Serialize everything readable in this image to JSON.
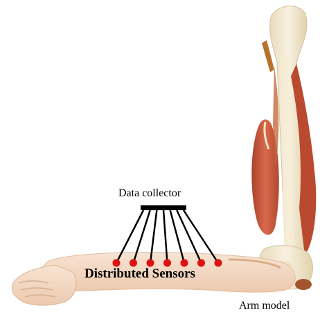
{
  "labels": {
    "data_collector": "Data collector",
    "distributed_sensors": "Distributed Sensors",
    "arm_model": "Arm model"
  },
  "sensors": {
    "count": 7
  },
  "colors": {
    "sensor_dot": "#dd1111",
    "wire": "#000000",
    "collector_bar": "#000000",
    "muscle": "#c8543a",
    "bone": "#f1e6cc",
    "skin": "#f4d9c2"
  }
}
